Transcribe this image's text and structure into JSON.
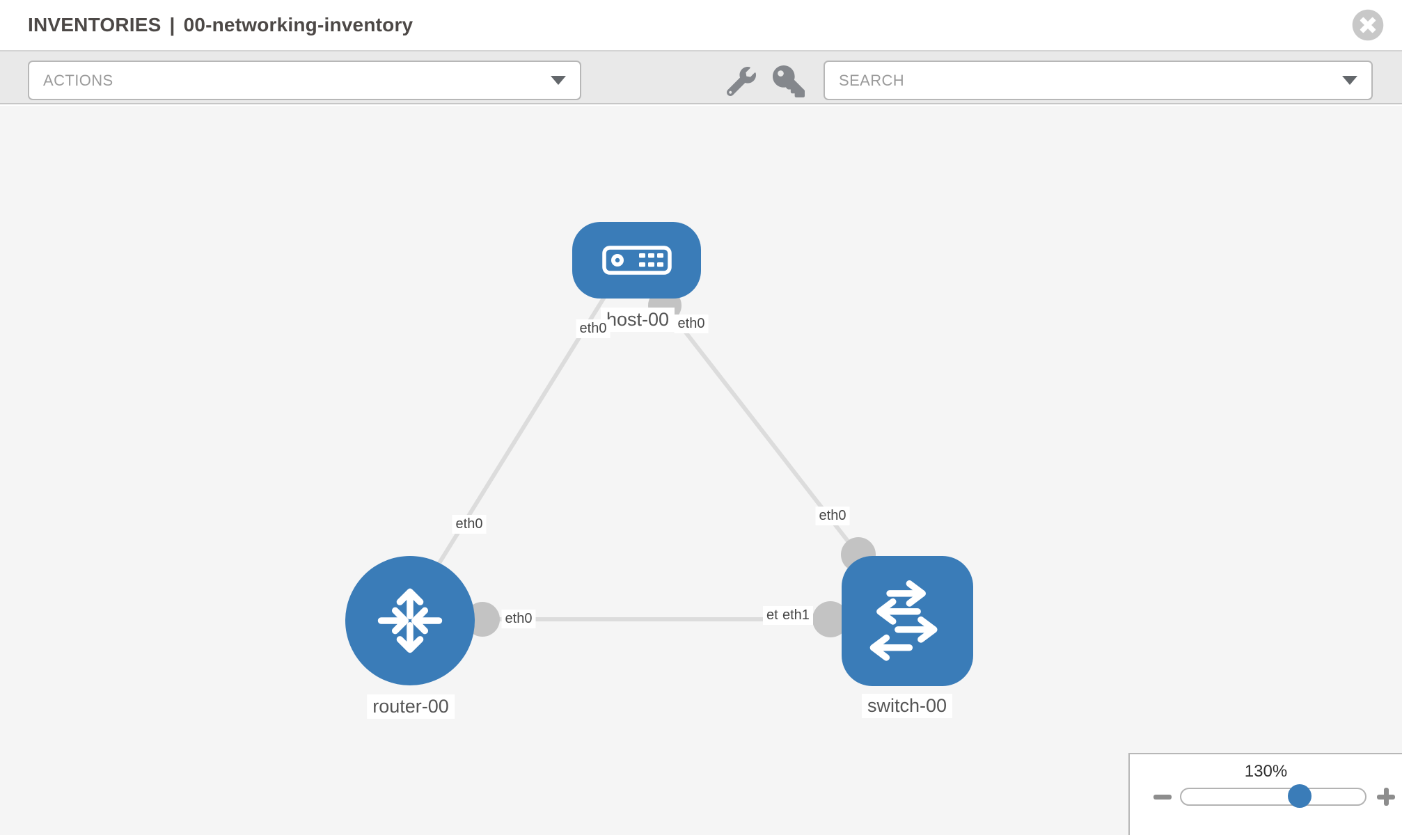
{
  "header": {
    "breadcrumb": "INVENTORIES",
    "separator": "|",
    "title": "00-networking-inventory"
  },
  "toolbar": {
    "actions_label": "ACTIONS",
    "search_placeholder": "SEARCH"
  },
  "icons": {
    "wrench": "wrench-icon",
    "key": "key-icon",
    "close": "times-circle-icon",
    "caret": "chevron-down-icon",
    "host": "host-server-icon",
    "router": "router-arrows-icon",
    "switch": "switch-arrows-icon"
  },
  "topology": {
    "nodes": [
      {
        "id": "host-00",
        "label": "host-00",
        "type": "host",
        "icon": "host-server-icon",
        "shape": "rounded-rect"
      },
      {
        "id": "router-00",
        "label": "router-00",
        "type": "router",
        "icon": "router-arrows-icon",
        "shape": "circle"
      },
      {
        "id": "switch-00",
        "label": "switch-00",
        "type": "switch",
        "icon": "switch-arrows-icon",
        "shape": "rounded-square"
      }
    ],
    "links": [
      {
        "source": "host-00",
        "source_interface": "eth0",
        "target": "router-00",
        "target_interface": "eth0"
      },
      {
        "source": "host-00",
        "source_interface": "eth0",
        "target": "switch-00",
        "target_interface": "eth0"
      },
      {
        "source": "router-00",
        "source_interface": "eth0",
        "target": "switch-00",
        "target_interface": "eth1"
      }
    ],
    "overlapped_interface_label": "eth0"
  },
  "zoom_control": {
    "level": "130%",
    "percent": 130
  },
  "colors": {
    "node_blue": "#3a7cb8",
    "link_gray": "#dcdcdc",
    "connector_gray": "#c3c3c3",
    "canvas_bg": "#f5f5f5",
    "toolbar_bg": "#e9e9e9",
    "border_gray": "#b7b7b7"
  }
}
